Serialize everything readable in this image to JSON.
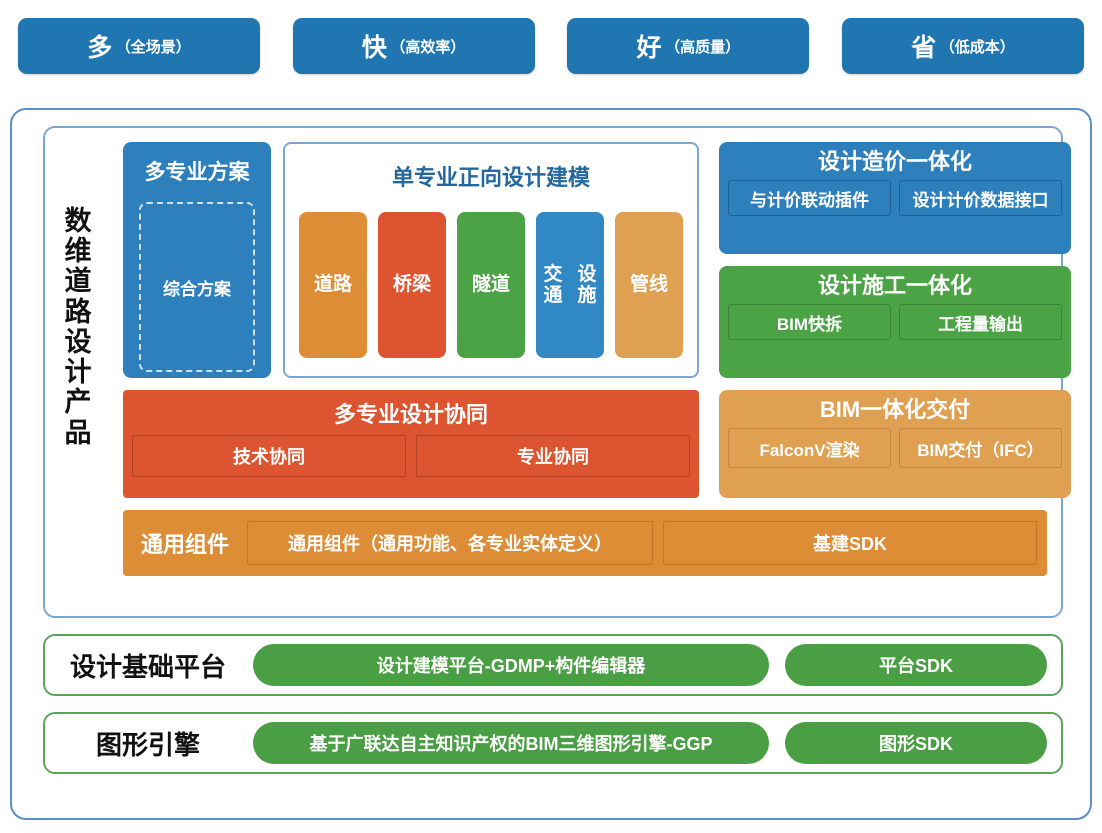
{
  "banner": {
    "items": [
      {
        "big": "多",
        "small": "（全场景）"
      },
      {
        "big": "快",
        "small": "（高效率）"
      },
      {
        "big": "好",
        "small": "（高质量）"
      },
      {
        "big": "省",
        "small": "（低成本）"
      }
    ]
  },
  "product": {
    "vertical_label": "数维道路设计产品",
    "multi_scheme": {
      "title": "多专业方案",
      "inner": "综合方案"
    },
    "single_discipline": {
      "title": "单专业正向设计建模",
      "items": [
        {
          "label": "道路",
          "color": "#dd8d35"
        },
        {
          "label": "桥梁",
          "color": "#dd5430"
        },
        {
          "label": "隧道",
          "color": "#4ba346"
        },
        {
          "label": "交通\n设施",
          "color": "#3088c4"
        },
        {
          "label": "管线",
          "color": "#e0a051"
        }
      ]
    },
    "right_cards": [
      {
        "title": "设计造价一体化",
        "color": "#2e80bd",
        "subs": [
          "与计价联动插件",
          "设计计价数据接口"
        ]
      },
      {
        "title": "设计施工一体化",
        "color": "#4ba346",
        "subs": [
          "BIM快拆",
          "工程量输出"
        ]
      },
      {
        "title": "BIM一体化交付",
        "color": "#e0a051",
        "subs": [
          "FalconV渲染",
          "BIM交付（IFC）"
        ]
      }
    ],
    "collaboration": {
      "title": "多专业设计协同",
      "color": "#dd5430",
      "subs": [
        "技术协同",
        "专业协同"
      ]
    },
    "common_components": {
      "label": "通用组件",
      "color": "#dd8d35",
      "main": "通用组件（通用功能、各专业实体定义）",
      "sdk": "基建SDK"
    }
  },
  "platforms": [
    {
      "label": "设计基础平台",
      "main": "设计建模平台-GDMP+构件编辑器",
      "sdk": "平台SDK"
    },
    {
      "label": "图形引擎",
      "main": "基于广联达自主知识产权的BIM三维图形引擎-GGP",
      "sdk": "图形SDK"
    }
  ],
  "colors": {
    "banner_blue": "#1f76b0",
    "frame_blue": "#5b8fc9",
    "card_blue": "#2e80bd",
    "green": "#4ba346",
    "orange": "#dd8d35",
    "light_orange": "#e0a051",
    "red_orange": "#dd5430",
    "platform_green": "#4a9e43"
  }
}
